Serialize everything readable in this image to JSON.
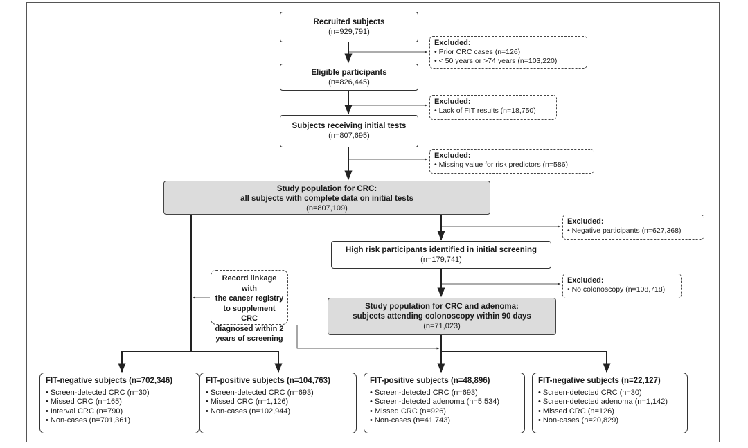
{
  "recruited": {
    "title": "Recruited subjects",
    "count": "(n=929,791)"
  },
  "excluded1": {
    "title": "Excluded:",
    "items": [
      "Prior CRC cases (n=126)",
      "< 50 years or >74 years (n=103,220)"
    ]
  },
  "eligible": {
    "title": "Eligible participants",
    "count": "(n=826,445)"
  },
  "excluded2": {
    "title": "Excluded:",
    "items": [
      "Lack of FIT results (n=18,750)"
    ]
  },
  "initial": {
    "title": "Subjects receiving initial tests",
    "count": "(n=807,695)"
  },
  "excluded3": {
    "title": "Excluded:",
    "items": [
      "Missing value for risk predictors (n=586)"
    ]
  },
  "study_crc": {
    "title_line1": "Study population for CRC:",
    "title_line2": "all subjects with complete data on initial tests",
    "count": "(n=807,109)"
  },
  "excluded4": {
    "title": "Excluded:",
    "items": [
      "Negative participants (n=627,368)"
    ]
  },
  "high_risk": {
    "title": "High risk participants identified in initial screening",
    "count": "(n=179,741)"
  },
  "excluded5": {
    "title": "Excluded:",
    "items": [
      "No colonoscopy (n=108,718)"
    ]
  },
  "study_adenoma": {
    "title_line1": "Study population for CRC and adenoma:",
    "title_line2": "subjects attending colonoscopy within 90 days",
    "count": "(n=71,023)"
  },
  "registry_note": {
    "lines": [
      "Record linkage with",
      "the cancer registry",
      "to supplement CRC",
      "diagnosed within 2",
      "years of screening"
    ]
  },
  "results": [
    {
      "title": "FIT-negative subjects (n=702,346)",
      "items": [
        "Screen-detected CRC (n=30)",
        "Missed CRC (n=165)",
        "Interval CRC (n=790)",
        "Non-cases  (n=701,361)"
      ]
    },
    {
      "title": "FIT-positive subjects (n=104,763)",
      "items": [
        "Screen-detected CRC (n=693)",
        "Missed CRC (n=1,126)",
        "Non-cases  (n=102,944)"
      ]
    },
    {
      "title": "FIT-positive subjects (n=48,896)",
      "items": [
        "Screen-detected CRC (n=693)",
        "Screen-detected adenoma (n=5,534)",
        "Missed CRC (n=926)",
        "Non-cases (n=41,743)"
      ]
    },
    {
      "title": "FIT-negative subjects (n=22,127)",
      "items": [
        "Screen-detected CRC (n=30)",
        "Screen-detected adenoma (n=1,142)",
        "Missed CRC (n=126)",
        "Non-cases (n=20,829)"
      ]
    }
  ]
}
